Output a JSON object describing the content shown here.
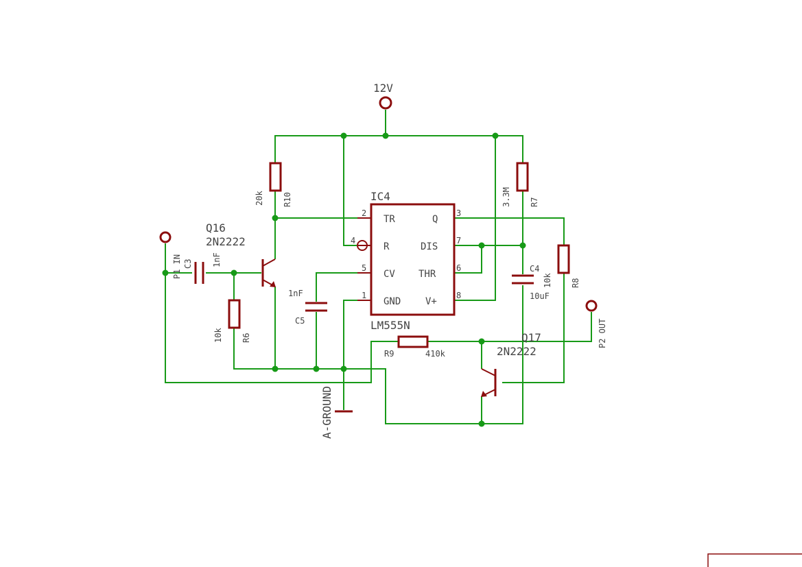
{
  "schematic": {
    "supply_label": "12V",
    "ground_label": "A-GROUND",
    "ic": {
      "ref": "IC4",
      "value": "LM555N",
      "pins": {
        "p2": {
          "num": "2",
          "name": "TR"
        },
        "p4": {
          "num": "4",
          "name": "R"
        },
        "p5": {
          "num": "5",
          "name": "CV"
        },
        "p1": {
          "num": "1",
          "name": "GND"
        },
        "p3": {
          "num": "3",
          "name": "Q"
        },
        "p7": {
          "num": "7",
          "name": "DIS"
        },
        "p6": {
          "num": "6",
          "name": "THR"
        },
        "p8": {
          "num": "8",
          "name": "V+"
        }
      }
    },
    "transistors": {
      "q16": {
        "ref": "Q16",
        "value": "2N2222"
      },
      "q17": {
        "ref": "Q17",
        "value": "2N2222"
      }
    },
    "resistors": {
      "r10": {
        "ref": "R10",
        "value": "20k"
      },
      "r7": {
        "ref": "R7",
        "value": "3.3M"
      },
      "r8": {
        "ref": "R8",
        "value": "10k"
      },
      "r6": {
        "ref": "R6",
        "value": "10k"
      },
      "r9": {
        "ref": "R9",
        "value": "410k"
      }
    },
    "capacitors": {
      "c3": {
        "ref": "C3",
        "value": "1nF"
      },
      "c5": {
        "ref": "C5",
        "value": "1nF"
      },
      "c4": {
        "ref": "C4",
        "value": "10uF"
      }
    },
    "ports": {
      "p1": {
        "label": "P1 IN"
      },
      "p2": {
        "label": "P2 OUT"
      }
    },
    "colors": {
      "wire": "#179a17",
      "part": "#8b0d0d",
      "label": "#444444",
      "background": "#ffffff"
    }
  }
}
